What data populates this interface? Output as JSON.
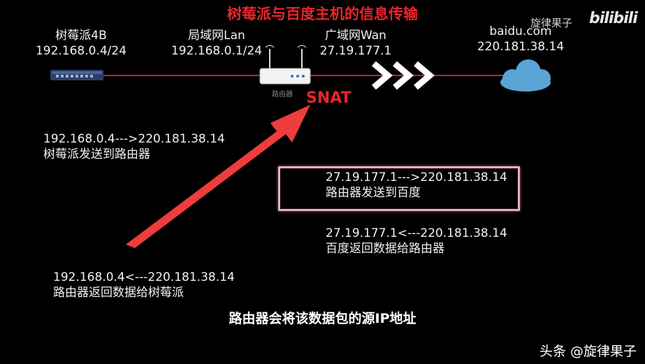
{
  "title": "树莓派与百度主机的信息传输",
  "watermark_top": "旋律果子",
  "watermark_bili": "bilibili",
  "nodes": {
    "pi": {
      "name": "树莓派4B",
      "ip": "192.168.0.4/24"
    },
    "lan": {
      "name": "局域网Lan",
      "ip": "192.168.0.1/24"
    },
    "wan": {
      "name": "广域网Wan",
      "ip": "27.19.177.1"
    },
    "baidu": {
      "name": "baidu.com",
      "ip": "220.181.38.14"
    },
    "router_label": "路由器"
  },
  "snat_label": "SNAT",
  "flows": {
    "step1": {
      "addr": "192.168.0.4--->220.181.38.14",
      "desc": "树莓派发送到路由器"
    },
    "step2": {
      "addr": "27.19.177.1--->220.181.38.14",
      "desc": "路由器发送到百度"
    },
    "step3": {
      "addr": "27.19.177.1<---220.181.38.14",
      "desc": "百度返回数据给路由器"
    },
    "step4": {
      "addr": "192.168.0.4<---220.181.38.14",
      "desc": "路由器返回数据给树莓派"
    }
  },
  "bottom_caption": "路由器会将该数据包的源IP地址",
  "footer_watermark": "头条 @旋律果子",
  "colors": {
    "accent_red": "#e8262b",
    "link_line": "#c8202a",
    "arrow": "#ee3d3d",
    "cloud": "#5aa4d6",
    "box_border": "#e5b1b7"
  }
}
